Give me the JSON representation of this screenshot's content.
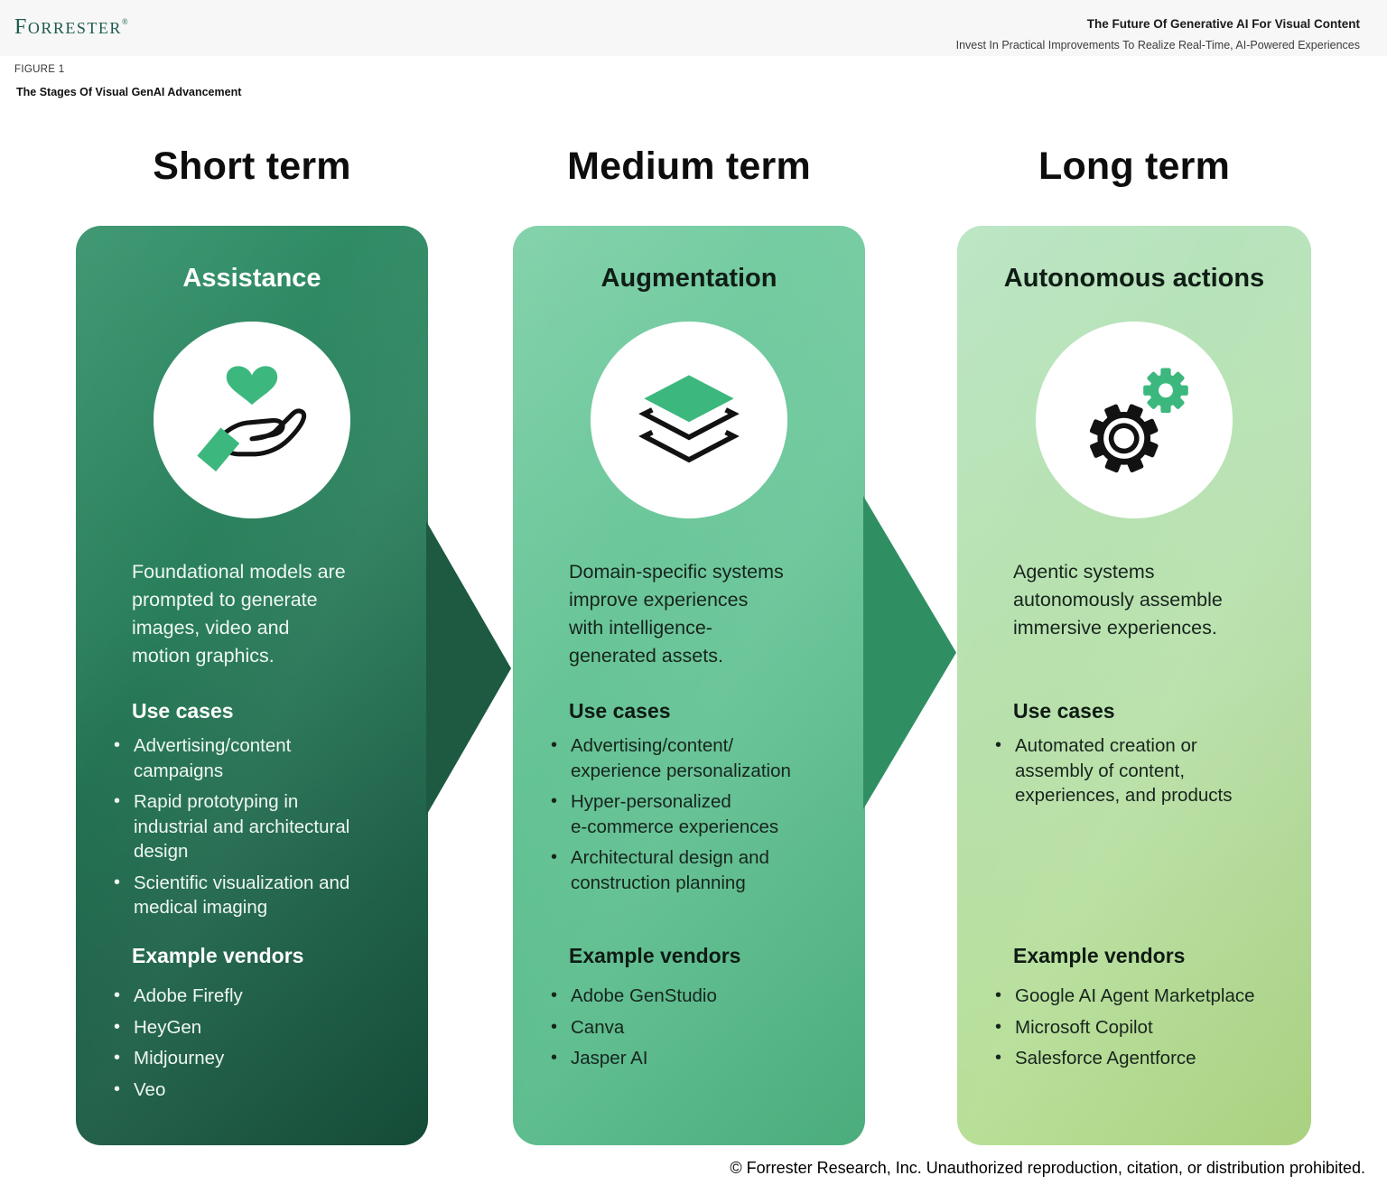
{
  "header": {
    "logo_f": "F",
    "logo_rest": "ORRESTER",
    "logo_reg": "®",
    "report_title": "The Future Of Generative AI For Visual Content",
    "report_subtitle": "Invest In Practical Improvements To Realize Real-Time, AI-Powered Experiences"
  },
  "figure": {
    "label": "FIGURE 1",
    "title": "The Stages Of Visual GenAI Advancement"
  },
  "columns": [
    {
      "term": "Short term",
      "stage": "Assistance",
      "icon": "hand-heart-icon",
      "description": "Foundational models are\nprompted to generate\nimages, video and\nmotion graphics.",
      "use_cases_label": "Use cases",
      "use_cases": [
        "Advertising/content\ncampaigns",
        "Rapid prototyping in\nindustrial and architectural\ndesign",
        "Scientific visualization and\nmedical imaging"
      ],
      "vendors_label": "Example vendors",
      "vendors": [
        "Adobe Firefly",
        "HeyGen",
        "Midjourney",
        "Veo"
      ]
    },
    {
      "term": "Medium term",
      "stage": "Augmentation",
      "icon": "layers-icon",
      "description": "Domain-specific systems\nimprove experiences\nwith intelligence-\ngenerated assets.",
      "use_cases_label": "Use cases",
      "use_cases": [
        "Advertising/content/\nexperience personalization",
        "Hyper-personalized\ne-commerce experiences",
        "Architectural design and\nconstruction planning"
      ],
      "vendors_label": "Example vendors",
      "vendors": [
        "Adobe GenStudio",
        "Canva",
        "Jasper AI"
      ]
    },
    {
      "term": "Long term",
      "stage": "Autonomous actions",
      "icon": "gears-icon",
      "description": "Agentic systems\nautonomously assemble\nimmersive experiences.",
      "use_cases_label": "Use cases",
      "use_cases": [
        "Automated creation or\nassembly of content,\nexperiences, and products"
      ],
      "vendors_label": "Example vendors",
      "vendors": [
        "Google AI Agent Marketplace",
        "Microsoft Copilot",
        "Salesforce Agentforce"
      ]
    }
  ],
  "footer": {
    "copyright": "© Forrester Research, Inc. Unauthorized reproduction, citation, or distribution prohibited."
  },
  "colors": {
    "accent_green": "#3CB87E",
    "card1_top": "#33926A",
    "card1_bottom": "#154F3A",
    "card2_top": "#7BCFA6",
    "card2_bottom": "#4FB583",
    "card3_top": "#B7E4C1",
    "card3_bottom": "#B3DC86",
    "arrow1": "#1D5A41",
    "arrow2": "#2F8F63",
    "logo_green": "#1D5B4C",
    "band_gray": "#F7F7F8"
  }
}
